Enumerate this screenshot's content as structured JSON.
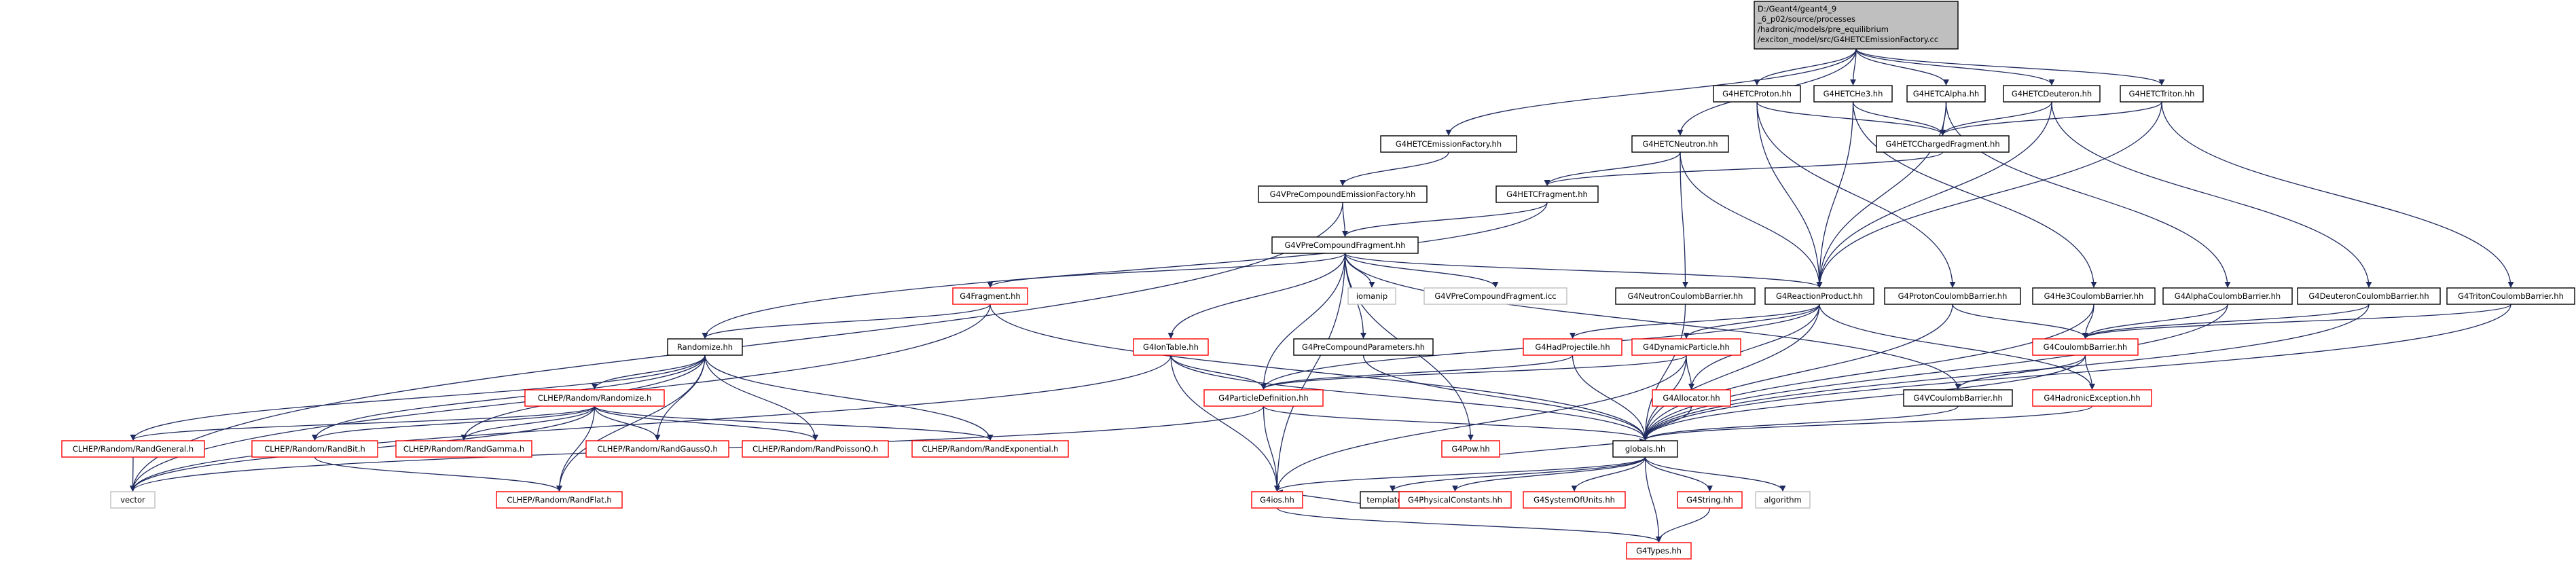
{
  "graph": {
    "root": {
      "lines": [
        "D:/Geant4/geant4_9",
        "_6_p02/source/processes",
        "/hadronic/models/pre_equilibrium",
        "/exciton_model/src/G4HETCEmissionFactory.cc"
      ]
    },
    "nodes": [
      {
        "label": "G4HETCProton.hh",
        "color": "black"
      },
      {
        "label": "G4HETCHe3.hh",
        "color": "black"
      },
      {
        "label": "G4HETCAlpha.hh",
        "color": "black"
      },
      {
        "label": "G4HETCDeuteron.hh",
        "color": "black"
      },
      {
        "label": "G4HETCTriton.hh",
        "color": "black"
      },
      {
        "label": "G4HETCEmissionFactory.hh",
        "color": "black"
      },
      {
        "label": "G4HETCNeutron.hh",
        "color": "black"
      },
      {
        "label": "G4HETCChargedFragment.hh",
        "color": "black"
      },
      {
        "label": "G4VPreCompoundEmissionFactory.hh",
        "color": "black"
      },
      {
        "label": "G4HETCFragment.hh",
        "color": "black"
      },
      {
        "label": "G4VPreCompoundFragment.hh",
        "color": "black"
      },
      {
        "label": "G4Fragment.hh",
        "color": "red"
      },
      {
        "label": "iomanip",
        "color": "gray"
      },
      {
        "label": "G4VPreCompoundFragment.icc",
        "color": "gray"
      },
      {
        "label": "G4NeutronCoulombBarrier.hh",
        "color": "black"
      },
      {
        "label": "G4ReactionProduct.hh",
        "color": "black"
      },
      {
        "label": "G4ProtonCoulombBarrier.hh",
        "color": "black"
      },
      {
        "label": "G4He3CoulombBarrier.hh",
        "color": "black"
      },
      {
        "label": "G4AlphaCoulombBarrier.hh",
        "color": "black"
      },
      {
        "label": "G4DeuteronCoulombBarrier.hh",
        "color": "black"
      },
      {
        "label": "G4TritonCoulombBarrier.hh",
        "color": "black"
      },
      {
        "label": "Randomize.hh",
        "color": "black"
      },
      {
        "label": "G4IonTable.hh",
        "color": "red"
      },
      {
        "label": "G4PreCompoundParameters.hh",
        "color": "black"
      },
      {
        "label": "G4HadProjectile.hh",
        "color": "red"
      },
      {
        "label": "G4DynamicParticle.hh",
        "color": "red"
      },
      {
        "label": "G4CoulombBarrier.hh",
        "color": "red"
      },
      {
        "label": "CLHEP/Random/Randomize.h",
        "color": "red"
      },
      {
        "label": "G4ParticleDefinition.hh",
        "color": "red"
      },
      {
        "label": "G4Allocator.hh",
        "color": "red"
      },
      {
        "label": "G4VCoulombBarrier.hh",
        "color": "black"
      },
      {
        "label": "G4HadronicException.hh",
        "color": "red"
      },
      {
        "label": "G4Pow.hh",
        "color": "red"
      },
      {
        "label": "CLHEP/Random/RandGeneral.h",
        "color": "red"
      },
      {
        "label": "CLHEP/Random/RandBit.h",
        "color": "red"
      },
      {
        "label": "CLHEP/Random/RandGamma.h",
        "color": "red"
      },
      {
        "label": "CLHEP/Random/RandGaussQ.h",
        "color": "red"
      },
      {
        "label": "CLHEP/Random/RandPoissonQ.h",
        "color": "red"
      },
      {
        "label": "CLHEP/Random/RandExponential.h",
        "color": "red"
      },
      {
        "label": "globals.hh",
        "color": "black"
      },
      {
        "label": "vector",
        "color": "gray"
      },
      {
        "label": "CLHEP/Random/RandFlat.h",
        "color": "red"
      },
      {
        "label": "G4ios.hh",
        "color": "red"
      },
      {
        "label": "templates.hh",
        "color": "black"
      },
      {
        "label": "G4PhysicalConstants.hh",
        "color": "red"
      },
      {
        "label": "G4SystemOfUnits.hh",
        "color": "red"
      },
      {
        "label": "G4String.hh",
        "color": "red"
      },
      {
        "label": "algorithm",
        "color": "gray"
      },
      {
        "label": "G4Types.hh",
        "color": "red"
      }
    ],
    "colors": {
      "edge": "#1f2a5e",
      "border_black": "#000000",
      "border_red": "#ff0000",
      "border_gray": "#bfbfbf",
      "root_fill": "#bfbfbf"
    }
  }
}
